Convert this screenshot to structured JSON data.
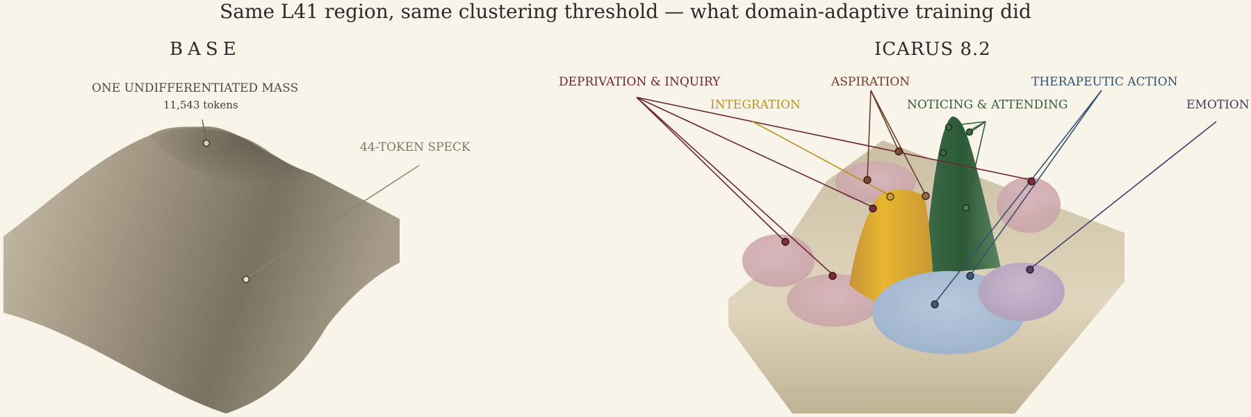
{
  "title": "Same L41 region, same clustering threshold — what domain-adaptive training did",
  "panels": {
    "base": {
      "title": "BASE",
      "annotations": {
        "mass": {
          "label": "ONE UNDIFFERENTIATED MASS",
          "detail": "11,543 tokens"
        },
        "speck": {
          "label": "44-TOKEN SPECK"
        }
      }
    },
    "icarus": {
      "title": "ICARUS 8.2",
      "clusters": {
        "deprivation": {
          "label": "DEPRIVATION & INQUIRY",
          "color": "#6b2530"
        },
        "integration": {
          "label": "INTEGRATION",
          "color": "#b8921c"
        },
        "aspiration": {
          "label": "ASPIRATION",
          "color": "#6b3a28"
        },
        "noticing": {
          "label": "NOTICING & ATTENDING",
          "color": "#2f5a3c"
        },
        "therapeutic": {
          "label": "THERAPEUTIC ACTION",
          "color": "#33506e"
        },
        "emotion": {
          "label": "EMOTION",
          "color": "#3e3a66"
        }
      }
    }
  }
}
